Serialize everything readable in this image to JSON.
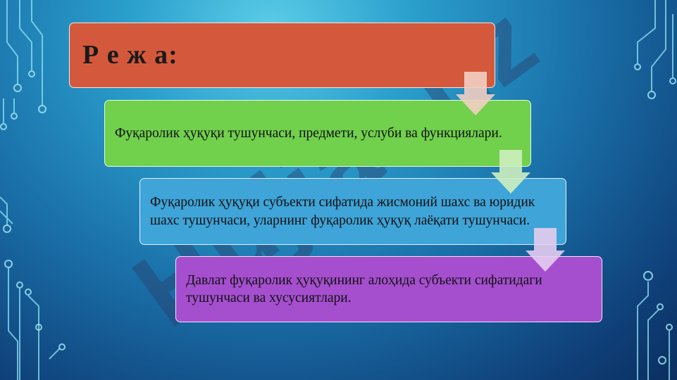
{
  "slide": {
    "title": "Р е ж а:",
    "items": [
      {
        "text": "Фуқаролик ҳуқуқи тушунчаси, предмети, услуби ва функциялари."
      },
      {
        "text": "Фуқаролик ҳуқуқи субъекти сифатида жисмоний шахс ва юридик шахс тушунчаси, уларнинг фуқаролик ҳуқуқ лаёқати тушунчаси."
      },
      {
        "text": "Давлат фуқаролик ҳуқуқининг алоҳида субъекти сифатидаги тушунчаси ва хусусиятлари."
      }
    ]
  },
  "watermark": {
    "text": "Hujjat.uz"
  },
  "colors": {
    "title_box": "#d4593c",
    "item1_box": "#71d04c",
    "item2_box": "#3fa4d8",
    "item3_box": "#a54fcf",
    "arrow1": "#f2cfc4",
    "arrow2": "#cdeebf",
    "arrow3": "#e4cdf0"
  }
}
